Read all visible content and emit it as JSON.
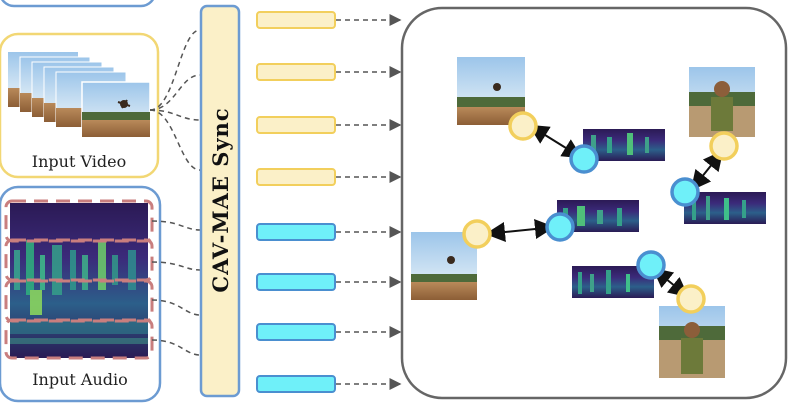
{
  "labels": {
    "input_video": "Input Video",
    "input_audio": "Input Audio",
    "model_name": "CAV-MAE Sync"
  },
  "colors": {
    "video_border": "#f2d774",
    "audio_border": "#6c9bd2",
    "video_token_fill": "#fbf0c8",
    "video_token_stroke": "#f2cf5c",
    "audio_token_fill": "#6ff0f9",
    "audio_token_stroke": "#4a8fd0",
    "model_fill": "#fbf0c8",
    "model_stroke": "#6c9bd2",
    "segment_dash": "#c97e7e",
    "arrow": "#555555",
    "embedding_box_stroke": "#666666"
  },
  "tokens": {
    "video_count": 4,
    "audio_count": 4
  },
  "icons": [
    "video-frame-thumbnail",
    "spectrogram-thumbnail",
    "video-node-circle",
    "audio-node-circle"
  ]
}
